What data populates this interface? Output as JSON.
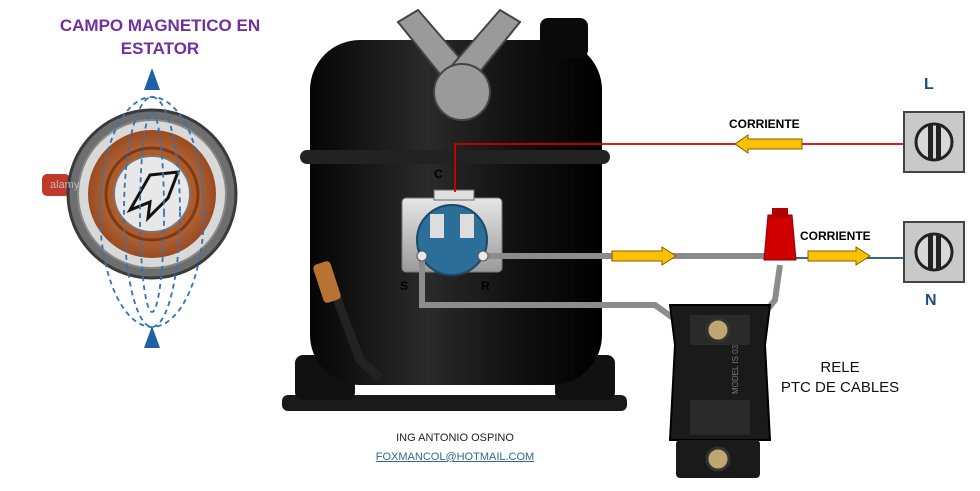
{
  "title": "CAMPO MAGNETICO EN ESTATOR",
  "labels": {
    "corriente_top": "CORRIENTE",
    "corriente_bottom": "CORRIENTE",
    "terminal_c": "C",
    "terminal_s": "S",
    "terminal_r": "R",
    "terminal_l": "L",
    "terminal_n": "N",
    "rele_line1": "RELE",
    "rele_line2": "PTC DE CABLES",
    "relay_body": "MODEL IS 03",
    "watermark": "alamy"
  },
  "credits": {
    "author": "ING ANTONIO OSPINO",
    "email": "FOXMANCOL@HOTMAIL.COM"
  },
  "colors": {
    "title": "#7030a0",
    "line_wire": "#d00000",
    "neutral_wire": "#1f4e79",
    "arrow_fill": "#ffc000",
    "field_lines": "#2e75b6"
  }
}
